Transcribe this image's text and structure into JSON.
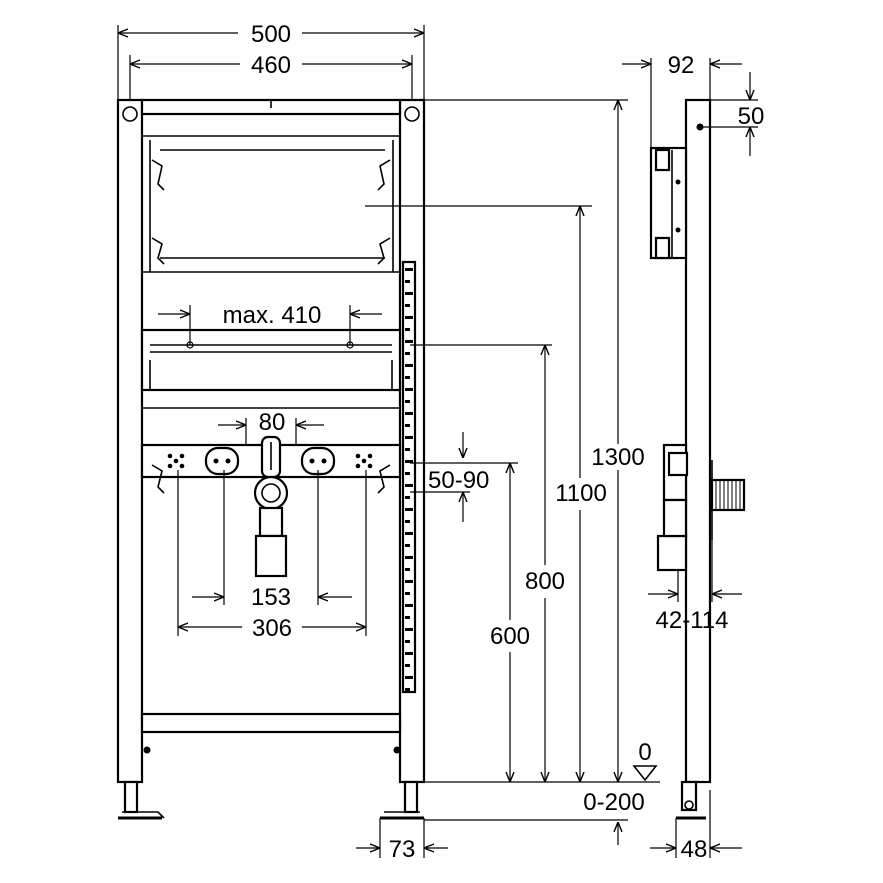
{
  "dimensions": {
    "overall_width": "500",
    "inner_width": "460",
    "max_width": "max. 410",
    "fitting_gap": "80",
    "fitting_offset": "50-90",
    "inner_fixing": "153",
    "outer_fixing": "306",
    "total_height": "1300",
    "height_1100": "1100",
    "height_800": "800",
    "height_600": "600",
    "floor_level": "0",
    "foot_adjust": "0-200",
    "foot_width": "73",
    "depth": "92",
    "top_offset": "50",
    "wall_spacing": "42-114",
    "frame_depth": "48"
  },
  "colors": {
    "line": "#000000",
    "background": "#ffffff"
  }
}
